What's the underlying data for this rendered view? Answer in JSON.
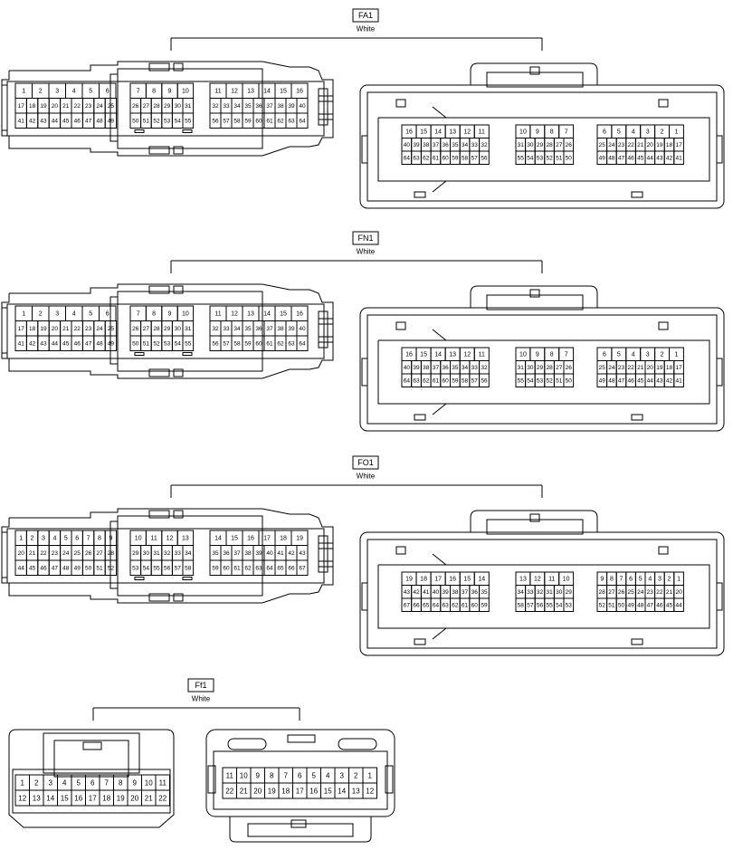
{
  "connectors": [
    {
      "code": "FA1",
      "color_label": "White",
      "left_view": {
        "top_rows": [
          [
            "1",
            "2",
            "3",
            "4",
            "5",
            "6"
          ],
          [
            "7",
            "8",
            "9",
            "10"
          ],
          [
            "11",
            "12",
            "13",
            "14",
            "15",
            "16"
          ]
        ],
        "mid_rows": [
          [
            "17",
            "18",
            "19",
            "20",
            "21",
            "22",
            "23",
            "24",
            "25"
          ],
          [
            "26",
            "27",
            "28",
            "29",
            "30",
            "31"
          ],
          [
            "32",
            "33",
            "34",
            "35",
            "36",
            "37",
            "38",
            "39",
            "40"
          ]
        ],
        "bot_rows": [
          [
            "41",
            "42",
            "43",
            "44",
            "45",
            "46",
            "47",
            "48",
            "49"
          ],
          [
            "50",
            "51",
            "52",
            "53",
            "54",
            "55"
          ],
          [
            "56",
            "57",
            "58",
            "59",
            "60",
            "61",
            "62",
            "63",
            "64"
          ]
        ]
      },
      "right_view": {
        "top_rows": [
          [
            "16",
            "15",
            "14",
            "13",
            "12",
            "11"
          ],
          [
            "10",
            "9",
            "8",
            "7"
          ],
          [
            "6",
            "5",
            "4",
            "3",
            "2",
            "1"
          ]
        ],
        "mid_rows": [
          [
            "40",
            "39",
            "38",
            "37",
            "36",
            "35",
            "34",
            "33",
            "32"
          ],
          [
            "31",
            "30",
            "29",
            "28",
            "27",
            "26"
          ],
          [
            "25",
            "24",
            "23",
            "22",
            "21",
            "20",
            "19",
            "18",
            "17"
          ]
        ],
        "bot_rows": [
          [
            "64",
            "63",
            "62",
            "61",
            "60",
            "59",
            "58",
            "57",
            "56"
          ],
          [
            "55",
            "54",
            "53",
            "52",
            "51",
            "50"
          ],
          [
            "49",
            "48",
            "47",
            "46",
            "45",
            "44",
            "43",
            "42",
            "41"
          ]
        ]
      }
    },
    {
      "code": "FN1",
      "color_label": "White",
      "left_view": {
        "top_rows": [
          [
            "1",
            "2",
            "3",
            "4",
            "5",
            "6"
          ],
          [
            "7",
            "8",
            "9",
            "10"
          ],
          [
            "11",
            "12",
            "13",
            "14",
            "15",
            "16"
          ]
        ],
        "mid_rows": [
          [
            "17",
            "18",
            "19",
            "20",
            "21",
            "22",
            "23",
            "24",
            "25"
          ],
          [
            "26",
            "27",
            "28",
            "29",
            "30",
            "31"
          ],
          [
            "32",
            "33",
            "34",
            "35",
            "36",
            "37",
            "38",
            "39",
            "40"
          ]
        ],
        "bot_rows": [
          [
            "41",
            "42",
            "43",
            "44",
            "45",
            "46",
            "47",
            "48",
            "49"
          ],
          [
            "50",
            "51",
            "52",
            "53",
            "54",
            "55"
          ],
          [
            "56",
            "57",
            "58",
            "59",
            "60",
            "61",
            "62",
            "63",
            "64"
          ]
        ]
      },
      "right_view": {
        "top_rows": [
          [
            "16",
            "15",
            "14",
            "13",
            "12",
            "11"
          ],
          [
            "10",
            "9",
            "8",
            "7"
          ],
          [
            "6",
            "5",
            "4",
            "3",
            "2",
            "1"
          ]
        ],
        "mid_rows": [
          [
            "40",
            "39",
            "38",
            "37",
            "36",
            "35",
            "34",
            "33",
            "32"
          ],
          [
            "31",
            "30",
            "29",
            "28",
            "27",
            "26"
          ],
          [
            "25",
            "24",
            "23",
            "22",
            "21",
            "20",
            "19",
            "18",
            "17"
          ]
        ],
        "bot_rows": [
          [
            "64",
            "63",
            "62",
            "61",
            "60",
            "59",
            "58",
            "57",
            "56"
          ],
          [
            "55",
            "54",
            "53",
            "52",
            "51",
            "50"
          ],
          [
            "49",
            "48",
            "47",
            "46",
            "45",
            "44",
            "43",
            "42",
            "41"
          ]
        ]
      }
    },
    {
      "code": "FO1",
      "color_label": "White",
      "left_view": {
        "top_rows": [
          [
            "1",
            "2",
            "3",
            "4",
            "5",
            "6",
            "7",
            "8",
            "9"
          ],
          [
            "10",
            "11",
            "12",
            "13"
          ],
          [
            "14",
            "15",
            "16",
            "17",
            "18",
            "19"
          ]
        ],
        "mid_rows": [
          [
            "20",
            "21",
            "22",
            "23",
            "24",
            "25",
            "26",
            "27",
            "28"
          ],
          [
            "29",
            "30",
            "31",
            "32",
            "33",
            "34"
          ],
          [
            "35",
            "36",
            "37",
            "38",
            "39",
            "40",
            "41",
            "42",
            "43"
          ]
        ],
        "bot_rows": [
          [
            "44",
            "45",
            "46",
            "47",
            "48",
            "49",
            "50",
            "51",
            "52"
          ],
          [
            "53",
            "54",
            "55",
            "56",
            "57",
            "58"
          ],
          [
            "59",
            "60",
            "61",
            "62",
            "63",
            "64",
            "65",
            "66",
            "67"
          ]
        ]
      },
      "right_view": {
        "top_rows": [
          [
            "19",
            "18",
            "17",
            "16",
            "15",
            "14"
          ],
          [
            "13",
            "12",
            "11",
            "10"
          ],
          [
            "9",
            "8",
            "7",
            "6",
            "5",
            "4",
            "3",
            "2",
            "1"
          ]
        ],
        "mid_rows": [
          [
            "43",
            "42",
            "41",
            "40",
            "39",
            "38",
            "37",
            "36",
            "35"
          ],
          [
            "34",
            "33",
            "32",
            "31",
            "30",
            "29"
          ],
          [
            "28",
            "27",
            "26",
            "25",
            "24",
            "23",
            "22",
            "21",
            "20"
          ]
        ],
        "bot_rows": [
          [
            "67",
            "66",
            "65",
            "64",
            "63",
            "62",
            "61",
            "60",
            "59"
          ],
          [
            "58",
            "57",
            "56",
            "55",
            "54",
            "53"
          ],
          [
            "52",
            "51",
            "50",
            "49",
            "48",
            "47",
            "46",
            "45",
            "44"
          ]
        ]
      }
    }
  ],
  "small_connector": {
    "code": "Ff1",
    "color_label": "White",
    "left_rows": [
      [
        "1",
        "2",
        "3",
        "4",
        "5",
        "6",
        "7",
        "8",
        "9",
        "10",
        "11"
      ],
      [
        "12",
        "13",
        "14",
        "15",
        "16",
        "17",
        "18",
        "19",
        "20",
        "21",
        "22"
      ]
    ],
    "right_rows": [
      [
        "11",
        "10",
        "9",
        "8",
        "7",
        "6",
        "5",
        "4",
        "3",
        "2",
        "1"
      ],
      [
        "22",
        "21",
        "20",
        "19",
        "18",
        "17",
        "16",
        "15",
        "14",
        "13",
        "12"
      ]
    ]
  }
}
